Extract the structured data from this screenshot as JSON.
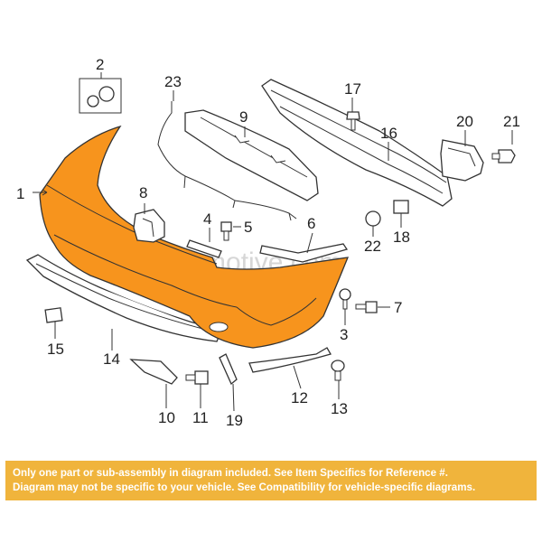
{
  "diagram": {
    "watermark": "Partsmotive.com",
    "bumper_color": "#f7941d",
    "callouts": [
      "1",
      "2",
      "3",
      "5",
      "4",
      "6",
      "7",
      "8",
      "9",
      "10",
      "11",
      "12",
      "13",
      "14",
      "15",
      "16",
      "17",
      "18",
      "19",
      "20",
      "21",
      "22",
      "23"
    ]
  },
  "notice": {
    "line1": "Only one part or sub-assembly in diagram included. See Item Specifics for Reference #.",
    "line2": "Diagram may not be specific to your vehicle. See Compatibility for vehicle-specific diagrams.",
    "background": "#f0b43c"
  }
}
